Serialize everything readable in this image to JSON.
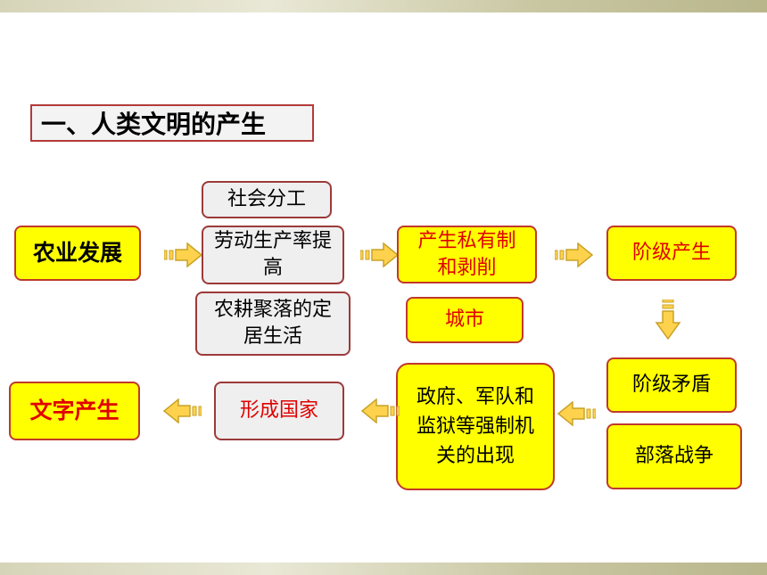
{
  "title": "一、人类文明的产生",
  "nodes": {
    "agriculture": "农业发展",
    "division_of_labor": "社会分工",
    "productivity": "劳动生产率提高",
    "settlement": "农耕聚落的定居生活",
    "private_property": "产生私有制和剥削",
    "city": "城市",
    "class_emergence": "阶级产生",
    "class_conflict": "阶级矛盾",
    "tribal_war": "部落战争",
    "state_organs": "政府、军队和监狱等强制机关的出现",
    "state_formation": "形成国家",
    "writing": "文字产生"
  },
  "colors": {
    "yellow_fill": "#ffff00",
    "gray_fill": "#efefef",
    "red_text": "#e00000",
    "arrow_fill": "#ffd24d",
    "arrow_stroke": "#c9a227"
  }
}
